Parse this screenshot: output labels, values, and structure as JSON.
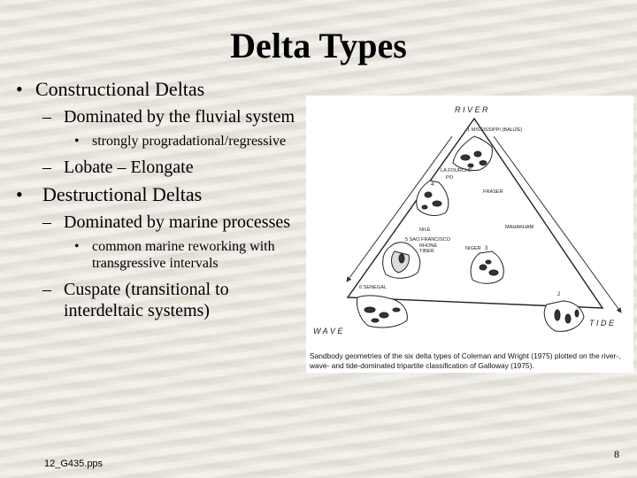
{
  "slide": {
    "title": "Delta Types",
    "bullets": {
      "constructional": {
        "label": "Constructional Deltas",
        "sub": "Dominated by the fluvial system",
        "subsub": "strongly progradational/regressive",
        "sub2": "Lobate – Elongate"
      },
      "destructional": {
        "label": "Destructional Deltas",
        "sub": "Dominated by marine processes",
        "subsub": "common marine reworking with transgressive intervals",
        "sub2": "Cuspate (transitional to interdeltaic systems)"
      }
    },
    "slide_number": "8",
    "footer": "12_G435.pps"
  },
  "figure": {
    "corner_labels": {
      "river": "R I V E R",
      "wave": "W A V E",
      "tide": "T I D E"
    },
    "delta_labels": {
      "mississippi": "1 MISSISSIPPI (BALIZE)",
      "lafourche": "LA FOURCHE",
      "po": "PO",
      "four": "4",
      "fraser": "FRASER",
      "mahakham": "MAHAKHAM",
      "nile": "NILE",
      "sao_francisco": "5 SAO FRANCISCO",
      "rhone": "RHONE",
      "tiber": "TIBER",
      "niger": "NIGER",
      "three": "3",
      "senegal": "6 SENEGAL",
      "two": "2"
    },
    "caption": "Sandbody geometries of the six delta types of Coleman and Wright (1975) plotted on the river-, wave- and tide-dominated tripartite classification of Galloway (1975)."
  }
}
